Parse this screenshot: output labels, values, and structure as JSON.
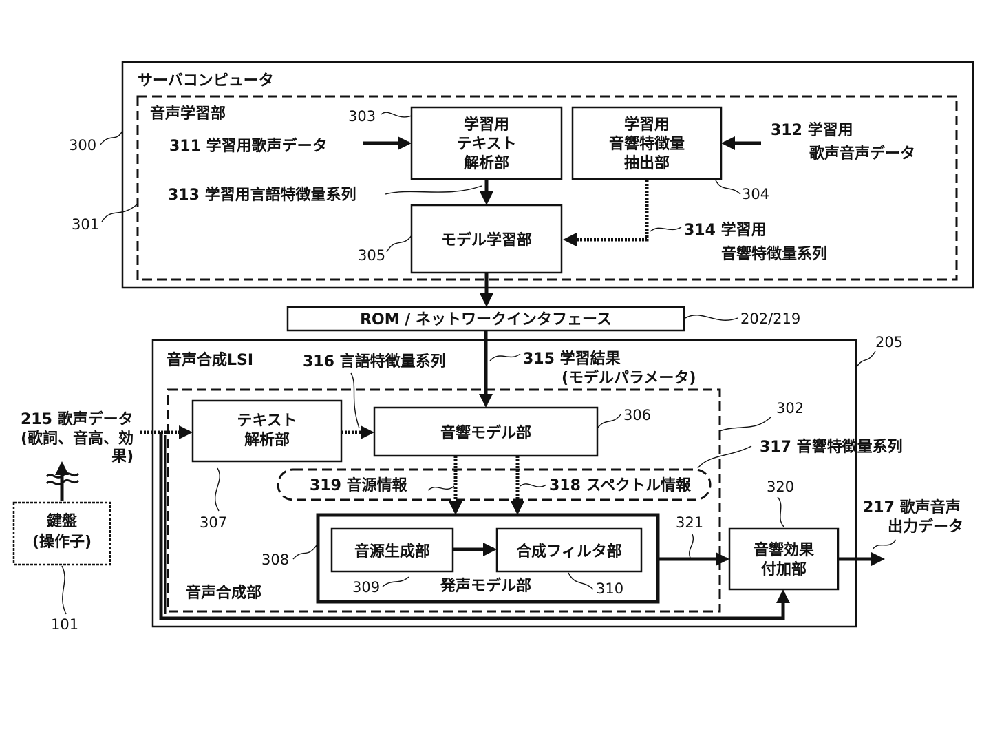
{
  "labels": {
    "server": "サーバコンピュータ",
    "learning_unit": "音声学習部",
    "text_analysis_learning": [
      "学習用",
      "テキスト",
      "解析部"
    ],
    "acoustic_extract": [
      "学習用",
      "音響特徴量",
      "抽出部"
    ],
    "model_learning": "モデル学習部",
    "rom_interface": "ROM / ネットワークインタフェース",
    "synth_lsi": "音声合成LSI",
    "text_analysis": [
      "テキスト",
      "解析部"
    ],
    "acoustic_model": "音響モデル部",
    "source_gen": "音源生成部",
    "synth_filter": "合成フィルタ部",
    "vocal_model": "発声モデル部",
    "synth_unit": "音声合成部",
    "effect_add": [
      "音響効果",
      "付加部"
    ],
    "keyboard": [
      "鍵盤",
      "(操作子)"
    ]
  },
  "annotations": {
    "d311": "311 学習用歌声データ",
    "d312": [
      "312 学習用",
      "歌声音声データ"
    ],
    "d313": "313 学習用言語特徴量系列",
    "d314": [
      "314 学習用",
      "音響特徴量系列"
    ],
    "d315": [
      "315 学習結果",
      "(モデルパラメータ)"
    ],
    "d316": "316 言語特徴量系列",
    "d317": "317 音響特徴量系列",
    "d318": "318 スペクトル情報",
    "d319": "319 音源情報",
    "d215": [
      "215 歌声データ",
      "(歌詞、音高、効",
      "果)"
    ],
    "d217": [
      "217 歌声音声",
      "出力データ"
    ]
  },
  "refs": {
    "r300": "300",
    "r301": "301",
    "r303": "303",
    "r304": "304",
    "r305": "305",
    "r202": "202/219",
    "r205": "205",
    "r306": "306",
    "r302": "302",
    "r307": "307",
    "r308": "308",
    "r309": "309",
    "r310": "310",
    "r320": "320",
    "r321": "321",
    "r101": "101"
  }
}
